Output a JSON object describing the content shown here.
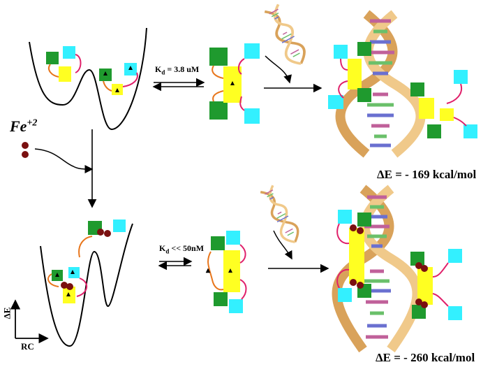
{
  "fe_label": {
    "base": "Fe",
    "charge": "+2"
  },
  "kd_top": {
    "symbol": "K",
    "sub": "d",
    "rest": " = 3.8 uM"
  },
  "kd_bottom": {
    "symbol": "K",
    "sub": "d",
    "rest": " << 50nM"
  },
  "delta_e_top": "ΔE = - 169 kcal/mol",
  "delta_e_bottom": "ΔE = - 260 kcal/mol",
  "axis": {
    "y_label": "ΔE",
    "x_label": "RC"
  },
  "colors": {
    "green": "#1f9a2e",
    "cyan": "#33f0ff",
    "yellow": "#ffff22",
    "linker_pink": "#e0206a",
    "linker_orange": "#e8761c",
    "iron": "#7a1010",
    "dna_backbone": "#f0c98a"
  }
}
